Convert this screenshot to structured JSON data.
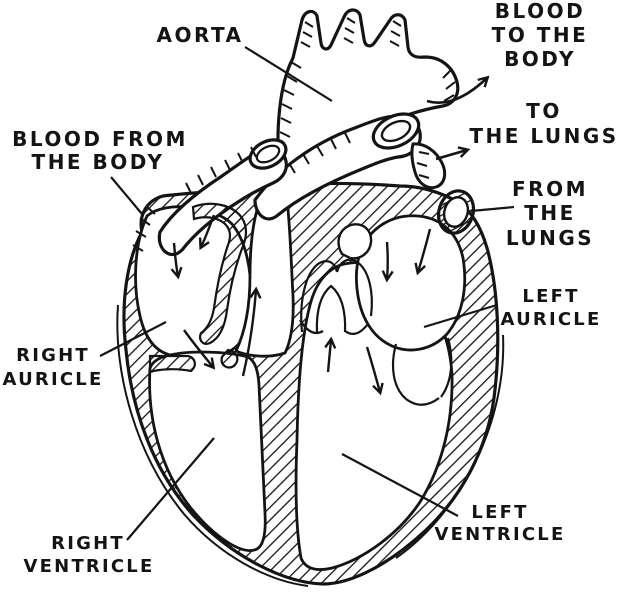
{
  "figure": {
    "title": "Cross-section diagram of the human heart",
    "style": "hand-drawn ink illustration with hatched walls and blood-flow arrows",
    "ink_color": "#141414",
    "background_color": "#ffffff"
  },
  "labels": {
    "aorta": [
      "AORTA"
    ],
    "blood_to_the_body": [
      "BLOOD",
      "TO THE",
      "BODY"
    ],
    "to_the_lungs": [
      "TO",
      "THE LUNGS"
    ],
    "from_the_lungs": [
      "FROM",
      "THE",
      "LUNGS"
    ],
    "blood_from_the_body": [
      "BLOOD FROM",
      "THE BODY"
    ],
    "right_auricle": [
      "RIGHT",
      "AURICLE"
    ],
    "left_auricle": [
      "LEFT",
      "AURICLE"
    ],
    "right_ventricle": [
      "RIGHT",
      "VENTRICLE"
    ],
    "left_ventricle": [
      "LEFT",
      "VENTRICLE"
    ]
  }
}
